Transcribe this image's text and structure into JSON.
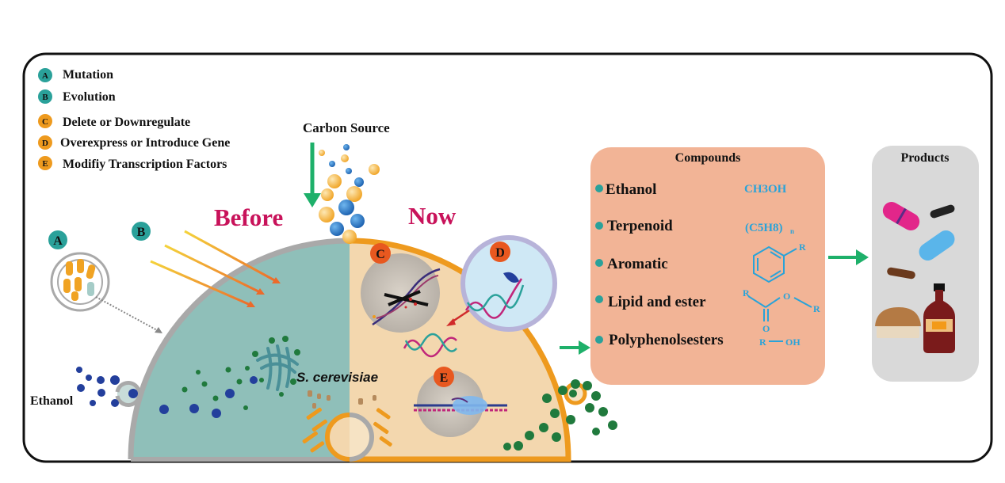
{
  "legend": [
    {
      "badge": "A",
      "label": "Mutation",
      "color": "#2aa19a"
    },
    {
      "badge": "B",
      "label": "Evolution",
      "color": "#2aa19a"
    },
    {
      "badge": "C",
      "label": "Delete or Downregulate",
      "color": "#ee9a1e"
    },
    {
      "badge": "D",
      "label": "Overexpress or Introduce Gene",
      "color": "#ee9a1e"
    },
    {
      "badge": "E",
      "label": "Modifiy Transcription Factors",
      "color": "#ee9a1e"
    }
  ],
  "cell": {
    "carbon_source": "Carbon Source",
    "before": "Before",
    "now": "Now",
    "organism": "S. cerevisiae",
    "ethanol": "Ethanol",
    "markers": {
      "a": "A",
      "b": "B",
      "c": "C",
      "d": "D",
      "e": "E"
    }
  },
  "compounds": {
    "title": "Compounds",
    "items": [
      {
        "name": "Ethanol",
        "formula": "CH3OH"
      },
      {
        "name": "Terpenoid",
        "formula": "(C5H8)",
        "formula_sub": "n"
      },
      {
        "name": "Aromatic",
        "formula": ""
      },
      {
        "name": "Lipid and ester",
        "formula": ""
      },
      {
        "name": "Polyphenolsesters",
        "formula": ""
      }
    ],
    "struct_labels": {
      "r": "R",
      "o": "O",
      "oh": "OH"
    }
  },
  "products": {
    "title": "Products"
  },
  "colors": {
    "teal": "#2aa19a",
    "orange": "#ee9a1e",
    "cell_before": "#8fbfb9",
    "cell_now": "#f3d7ae",
    "compounds_bg": "#f2b496",
    "products_bg": "#d9d9d9",
    "formula_blue": "#29a3d9",
    "before_text": "#c8125a",
    "arrow_green": "#1eb06a"
  }
}
